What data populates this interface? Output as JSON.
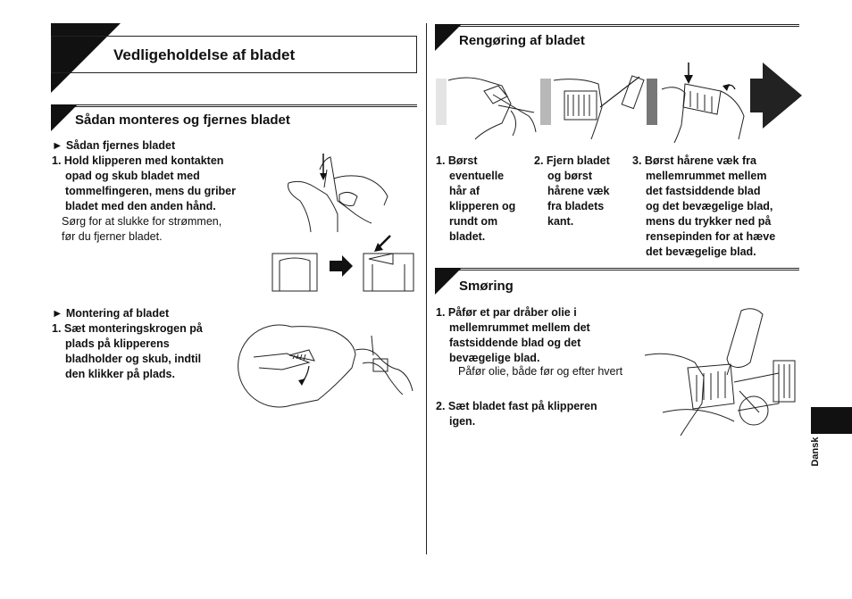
{
  "left": {
    "section_title": "Vedligeholdelse af bladet",
    "subsection_title": "Sådan monteres og fjernes bladet",
    "remove": {
      "heading": "► Sådan fjernes bladet",
      "step1": [
        "1. Hold klipperen med kontakten",
        "opad og skub bladet med",
        "tommelfingeren, mens du griber",
        "bladet med den anden hånd."
      ],
      "note": [
        "Sørg for at slukke for strømmen,",
        "før du fjerner bladet."
      ]
    },
    "mount": {
      "heading": "► Montering af bladet",
      "step1": [
        "1. Sæt monteringskrogen på",
        "plads på klipperens",
        "bladholder og skub, indtil",
        "den klikker på plads."
      ]
    }
  },
  "right": {
    "cleaning": {
      "title": "Rengøring af bladet",
      "steps": [
        [
          "1. Børst",
          "eventuelle",
          "hår af",
          "klipperen og",
          "rundt om",
          "bladet."
        ],
        [
          "2. Fjern bladet",
          "og børst",
          "hårene væk",
          "fra bladets",
          "kant."
        ],
        [
          "3. Børst hårene væk fra",
          "mellemrummet mellem",
          "det fastsiddende blad",
          "og det bevægelige blad,",
          "mens du trykker ned på",
          "rensepinden for at hæve",
          "det bevægelige blad."
        ]
      ]
    },
    "oil": {
      "title": "Smøring",
      "step1": [
        "1. Påfør et par dråber olie i",
        "mellemrummet mellem det",
        "fastsiddende blad og det",
        "bevægelige blad."
      ],
      "note": "Påfør olie, både før og efter hvert",
      "step2": [
        "2. Sæt bladet fast på klipperen",
        "igen."
      ]
    }
  },
  "side_tab": {
    "label": "Dansk",
    "color": "#111111"
  }
}
